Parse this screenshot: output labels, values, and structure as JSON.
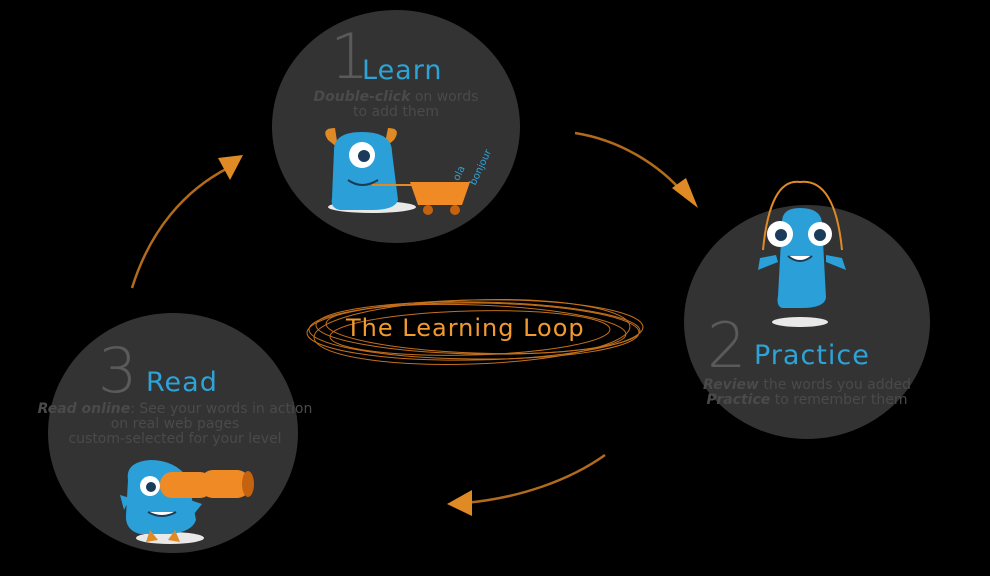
{
  "center_title": "The Learning Loop",
  "steps": {
    "learn": {
      "number": "1",
      "title": "Learn",
      "desc_em": "Double-click",
      "desc_rest": " on words",
      "desc_line2": "to add them",
      "cart_words": [
        "ola",
        "bonjour"
      ]
    },
    "practice": {
      "number": "2",
      "title": "Practice",
      "line1_em": "Review",
      "line1_rest": " the words you added",
      "line2_em": "Practice",
      "line2_rest": " to remember them"
    },
    "read": {
      "number": "3",
      "title": "Read",
      "line1_em": "Read online",
      "line1_rest": ": See your words in action",
      "line2": "on real web pages",
      "line3": "custom-selected for your level"
    }
  },
  "colors": {
    "background": "#000000",
    "circle": "#333333",
    "accent_blue": "#2ea3d8",
    "accent_orange": "#f29a2e",
    "muted_text": "#4a4a4a"
  },
  "icons": [
    "monster-cart-icon",
    "monster-jumprope-icon",
    "monster-binoculars-icon",
    "arrow-icon"
  ]
}
